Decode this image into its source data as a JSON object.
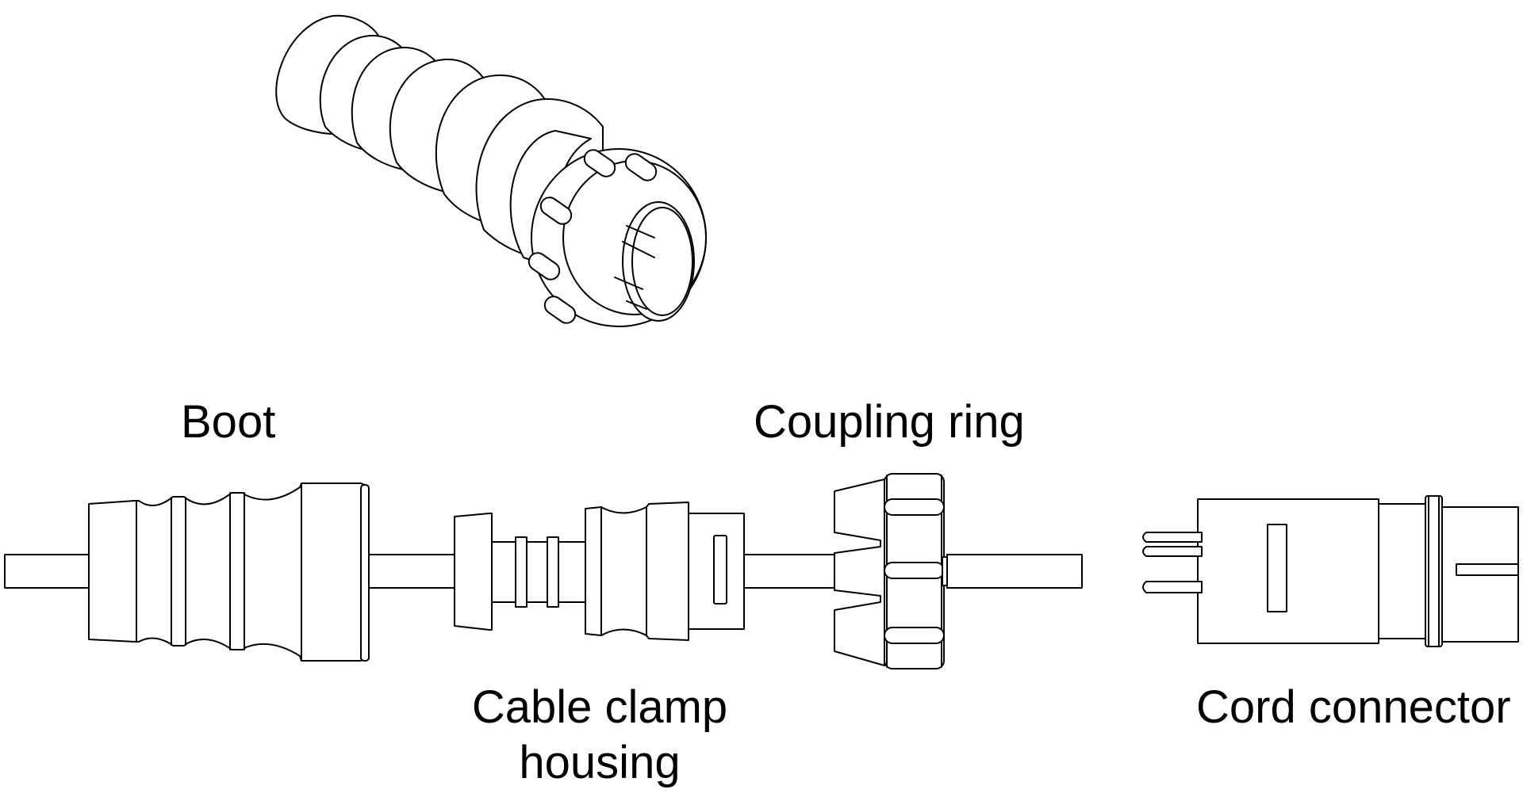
{
  "labels": {
    "boot": "Boot",
    "coupling_ring": "Coupling ring",
    "cable_clamp_line1": "Cable clamp",
    "cable_clamp_line2": "housing",
    "cord_connector": "Cord connector"
  }
}
